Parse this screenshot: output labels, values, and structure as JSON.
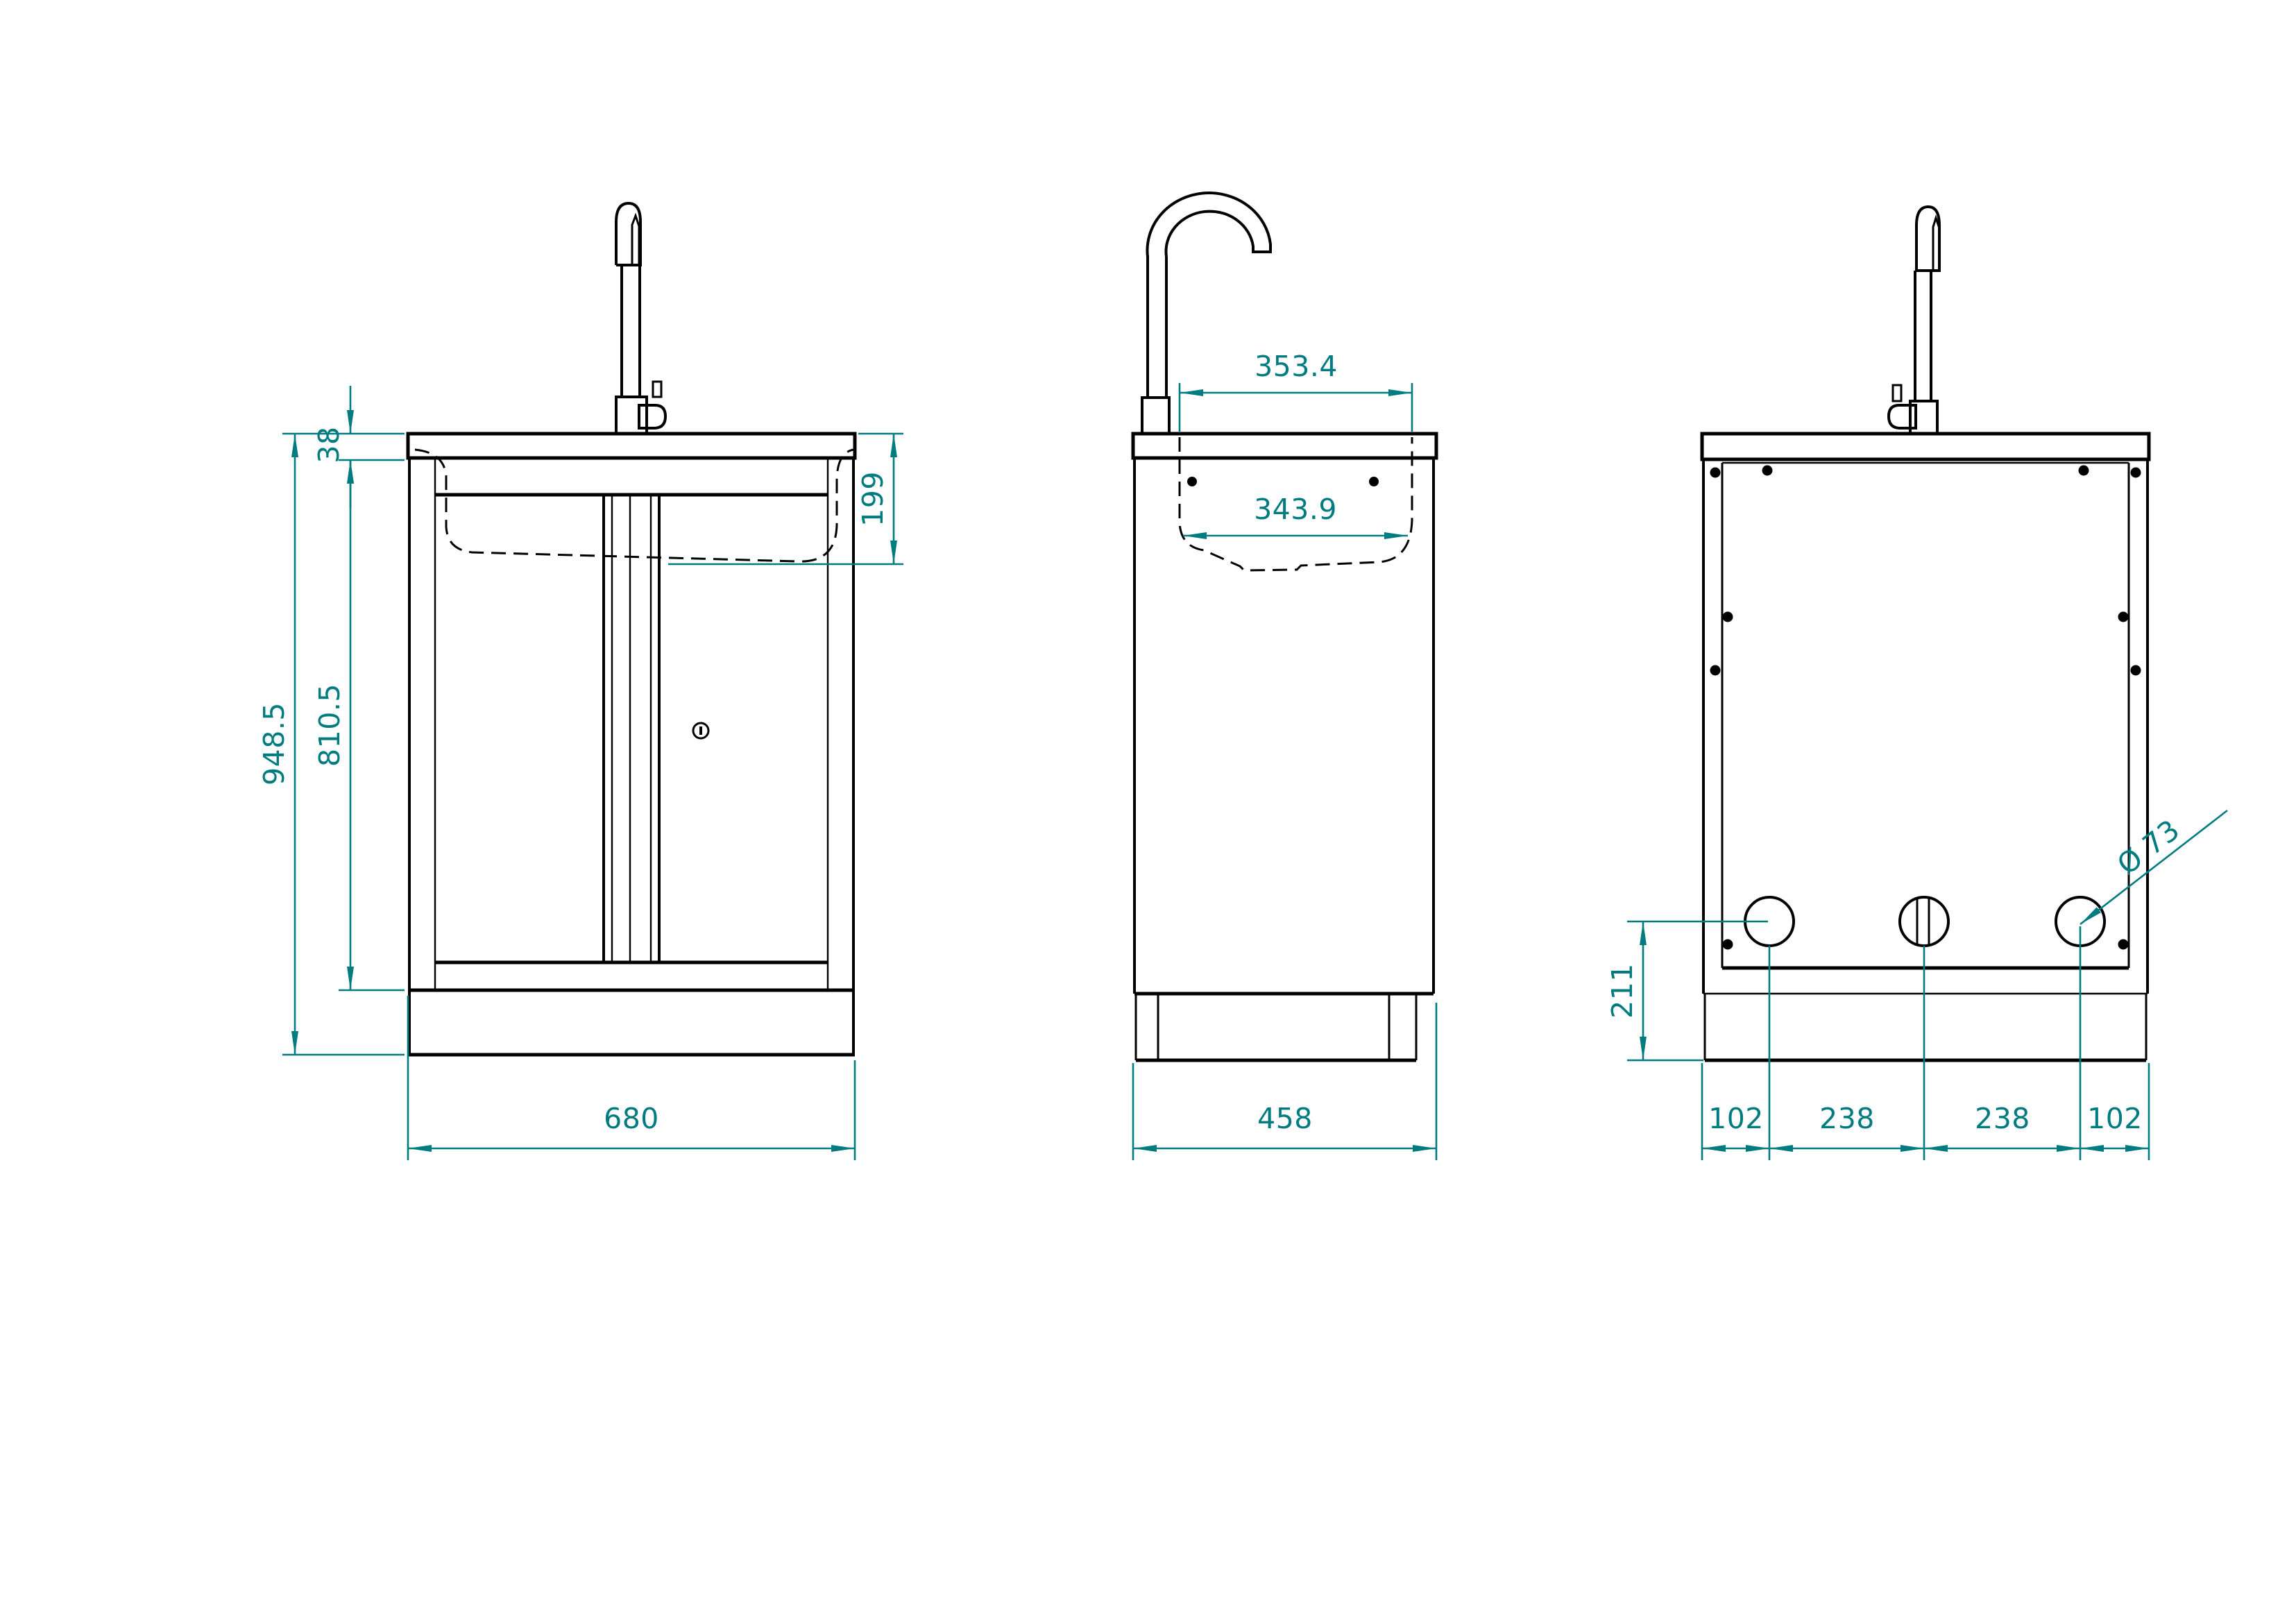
{
  "drawing": {
    "type": "technical-drawing",
    "subject": "sink-vanity-cabinet-three-views",
    "colors": {
      "background": "#ffffff",
      "line": "#000000",
      "dimension": "#007c80"
    },
    "units_shown": "mm",
    "dims": {
      "front_total_height": "948.5",
      "front_body_height": "810.5",
      "front_counter_thickness": "38",
      "front_sink_depth": "199",
      "front_width": "680",
      "side_sink_outer_width": "353.4",
      "side_sink_inner_width": "343.9",
      "side_depth": "458",
      "rear_hole_center_height": "211",
      "rear_left_hole_offset": "102",
      "rear_left_hole_spacing": "238",
      "rear_right_hole_spacing": "238",
      "rear_right_hole_offset": "102",
      "rear_hole_diameter": "Ø 73"
    }
  }
}
